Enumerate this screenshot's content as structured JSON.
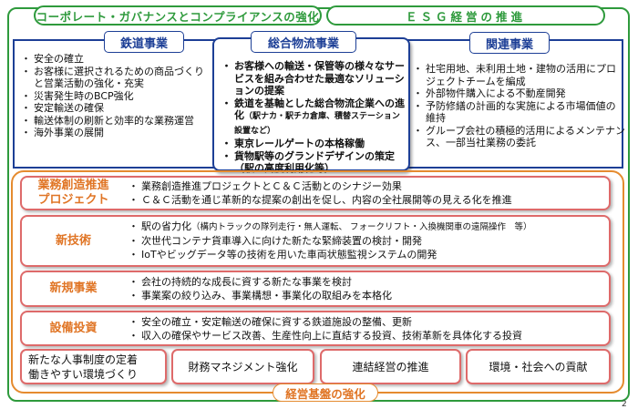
{
  "top": {
    "left_pill": "コーポレート・ガバナンスとコンプライアンスの強化",
    "right_pill": "ＥＳＧ経営の推進"
  },
  "railway": {
    "title": "鉄道事業",
    "items": [
      "安全の確立",
      "お客様に選択されるための商品づくりと営業活動の強化・充実",
      "災害発生時のBCP強化",
      "安定輸送の確保",
      "輸送体制の刷新と効率的な業務運営",
      "海外事業の展開"
    ]
  },
  "logistics": {
    "title": "総合物流事業",
    "items": [
      "お客様への輸送・保管等の様々なサービスを組み合わせた最適なソリューションの提案",
      "鉄道を基軸とした総合物流企業への進化",
      "東京レールゲートの本格稼働",
      "貨物駅等のグランドデザインの策定"
    ],
    "item2_note": "（駅ナカ・駅チカ倉庫、積替ステーション設置など）",
    "item4_note": "（駅の高度利用化等）"
  },
  "related": {
    "title": "関連事業",
    "items": [
      "社宅用地、未利用土地・建物の活用にプロジェクトチームを編成",
      "外部物件購入による不動産開発",
      "予防修繕の計画的な実施による市場価値の維持",
      "グループ会社の積極的活用によるメンテナンス、一部当社業務の委託"
    ]
  },
  "rows": [
    {
      "label_line1": "業務創造推進",
      "label_line2": "プロジェクト",
      "items": [
        "業務創造推進プロジェクトとＣ＆Ｃ活動とのシナジー効果",
        "Ｃ＆Ｃ活動を通じ革新的な提案の創出を促し、内容の全社展開等の見える化を推進"
      ]
    },
    {
      "label_line1": "新技術",
      "label_line2": "",
      "items": [
        "駅の省力化",
        "次世代コンテナ貨車導入に向けた新たな緊締装置の検討・開発",
        "IoTやビッグデータ等の技術を用いた車両状態監視システムの開発"
      ],
      "item1_note": "（構内トラックの隊列走行・無人運転、 フォークリフト・入換機関車の遠隔操作　等）"
    },
    {
      "label_line1": "新規事業",
      "label_line2": "",
      "items": [
        "会社の持続的な成長に資する新たな事業を検討",
        "事業案の絞り込み、事業構想・事業化の取組みを本格化"
      ]
    },
    {
      "label_line1": "設備投資",
      "label_line2": "",
      "items": [
        "安全の確立・安定輸送の確保に資する鉄道施設の整備、更新",
        "収入の確保やサービス改善、生産性向上に直結する投資、技術革新を具体化する投資"
      ]
    }
  ],
  "bottom": {
    "box1_line1": "新たな人事制度の定着",
    "box1_line2": "働きやすい環境づくり",
    "box2": "財務マネジメント強化",
    "box3": "連結経営の推進",
    "box4": "環境・社会への貢献"
  },
  "base_label": "経営基盤の強化",
  "page_number": "2",
  "colors": {
    "green": "#2e9a3c",
    "navy": "#1d3f96",
    "orange": "#e58b2f",
    "red_border": "#de6a6a"
  }
}
